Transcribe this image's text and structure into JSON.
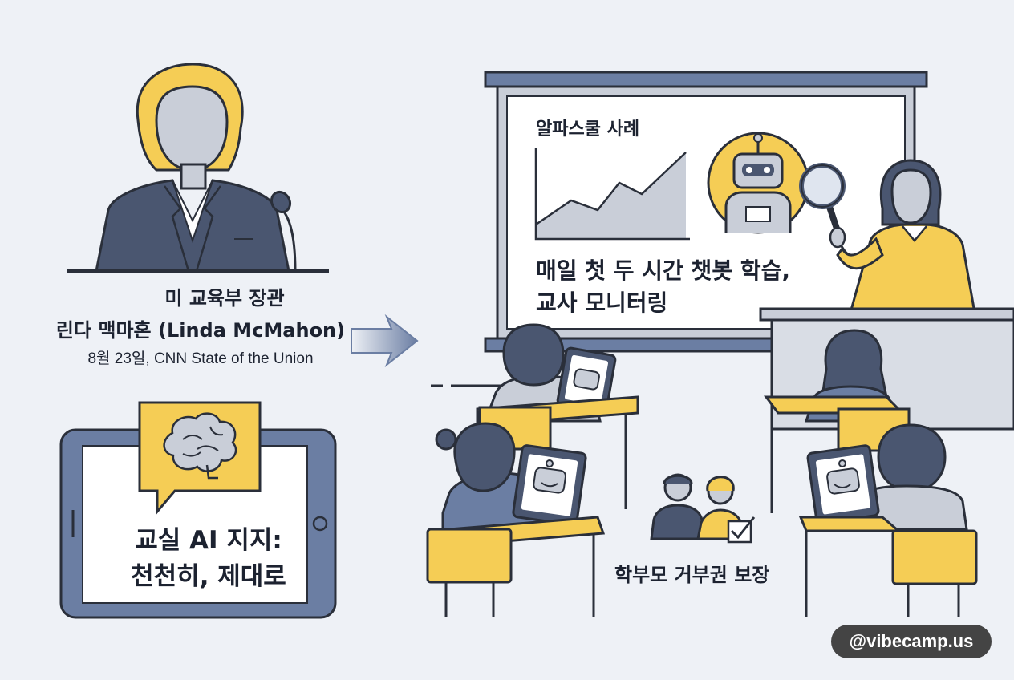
{
  "speaker": {
    "role": "미 교육부 장관",
    "name": "린다 맥마혼 (Linda McMahon)",
    "date": "8월 23일, CNN State of the Union"
  },
  "slide": {
    "title": "알파스쿨 사례",
    "line1": "매일 첫 두 시간 챗봇 학습,",
    "line2": "교사 모니터링"
  },
  "tablet": {
    "line1": "교실 AI 지지:",
    "line2": "천천히, 제대로"
  },
  "parents": {
    "label": "학부모 거부권 보장"
  },
  "watermark": "@vibecamp.us",
  "colors": {
    "yellow": "#f5cd55",
    "navy": "#4a5670",
    "slate": "#6b7ea3",
    "background": "#eef1f6"
  },
  "icons": [
    "podium-speaker-icon",
    "microphone-icon",
    "arrow-right-icon",
    "line-chart-icon",
    "robot-icon",
    "magnifier-icon",
    "brain-icon",
    "checkmark-icon"
  ]
}
